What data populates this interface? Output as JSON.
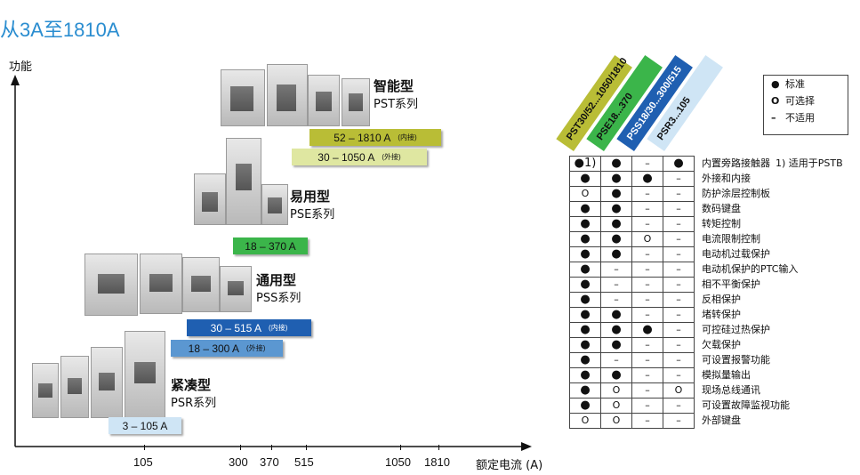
{
  "title": "从3A至1810A",
  "chart": {
    "y_axis_label": "功能",
    "x_axis_label": "额定电流 (A)",
    "ticks": [
      "105",
      "300",
      "370",
      "515",
      "1050",
      "1810"
    ]
  },
  "families": [
    {
      "name": "智能型",
      "series": "PST系列",
      "bands": [
        {
          "label": "52 – 1810 A",
          "note": "(内接)",
          "color": "#b9bd36"
        },
        {
          "label": "30 – 1050 A",
          "note": "(外接)",
          "color": "#dfe7a1"
        }
      ]
    },
    {
      "name": "易用型",
      "series": "PSE系列",
      "bands": [
        {
          "label": "18 – 370 A",
          "note": "",
          "color": "#3bb54a"
        }
      ]
    },
    {
      "name": "通用型",
      "series": "PSS系列",
      "bands": [
        {
          "label": "30 – 515 A",
          "note": "(内接)",
          "color": "#1f5fb1"
        },
        {
          "label": "18 – 300 A",
          "note": "(外接)",
          "color": "#5b97d1"
        }
      ]
    },
    {
      "name": "紧凑型",
      "series": "PSR系列",
      "bands": [
        {
          "label": "3 – 105 A",
          "note": "",
          "color": "#cfe5f5"
        }
      ]
    }
  ],
  "columns": [
    {
      "label": "PST30/52...1050/1810",
      "color": "#b9bd36",
      "text_color": "#111111"
    },
    {
      "label": "PSE18...370",
      "color": "#3bb54a",
      "text_color": "#111111"
    },
    {
      "label": "PSS18/30...300/515",
      "color": "#1f5fb1",
      "text_color": "#ffffff"
    },
    {
      "label": "PSR3...105",
      "color": "#cfe5f5",
      "text_color": "#111111"
    }
  ],
  "legend": [
    {
      "symbol": "●",
      "label": "标准"
    },
    {
      "symbol": "O",
      "label": "可选择"
    },
    {
      "symbol": "–",
      "label": "不适用"
    }
  ],
  "features": [
    {
      "name": "内置旁路接触器",
      "note": "1) 适用于PSTB",
      "values": [
        "●1)",
        "●",
        "–",
        "●"
      ]
    },
    {
      "name": "外接和内接",
      "note": "",
      "values": [
        "●",
        "●",
        "●",
        "–"
      ]
    },
    {
      "name": "防护涂层控制板",
      "note": "",
      "values": [
        "O",
        "●",
        "–",
        "–"
      ]
    },
    {
      "name": "数码键盘",
      "note": "",
      "values": [
        "●",
        "●",
        "–",
        "–"
      ]
    },
    {
      "name": "转矩控制",
      "note": "",
      "values": [
        "●",
        "●",
        "–",
        "–"
      ]
    },
    {
      "name": "电流限制控制",
      "note": "",
      "values": [
        "●",
        "●",
        "O",
        "–"
      ]
    },
    {
      "name": "电动机过载保护",
      "note": "",
      "values": [
        "●",
        "●",
        "–",
        "–"
      ]
    },
    {
      "name": "电动机保护的PTC输入",
      "note": "",
      "values": [
        "●",
        "–",
        "–",
        "–"
      ]
    },
    {
      "name": "相不平衡保护",
      "note": "",
      "values": [
        "●",
        "–",
        "–",
        "–"
      ]
    },
    {
      "name": "反相保护",
      "note": "",
      "values": [
        "●",
        "–",
        "–",
        "–"
      ]
    },
    {
      "name": "堵转保护",
      "note": "",
      "values": [
        "●",
        "●",
        "–",
        "–"
      ]
    },
    {
      "name": "可控硅过热保护",
      "note": "",
      "values": [
        "●",
        "●",
        "●",
        "–"
      ]
    },
    {
      "name": "欠载保护",
      "note": "",
      "values": [
        "●",
        "●",
        "–",
        "–"
      ]
    },
    {
      "name": "可设置报警功能",
      "note": "",
      "values": [
        "●",
        "–",
        "–",
        "–"
      ]
    },
    {
      "name": "模拟量输出",
      "note": "",
      "values": [
        "●",
        "●",
        "–",
        "–"
      ]
    },
    {
      "name": "现场总线通讯",
      "note": "",
      "values": [
        "●",
        "O",
        "–",
        "O"
      ]
    },
    {
      "name": "可设置故障监视功能",
      "note": "",
      "values": [
        "●",
        "O",
        "–",
        "–"
      ]
    },
    {
      "name": "外部键盘",
      "note": "",
      "values": [
        "O",
        "O",
        "–",
        "–"
      ]
    }
  ]
}
